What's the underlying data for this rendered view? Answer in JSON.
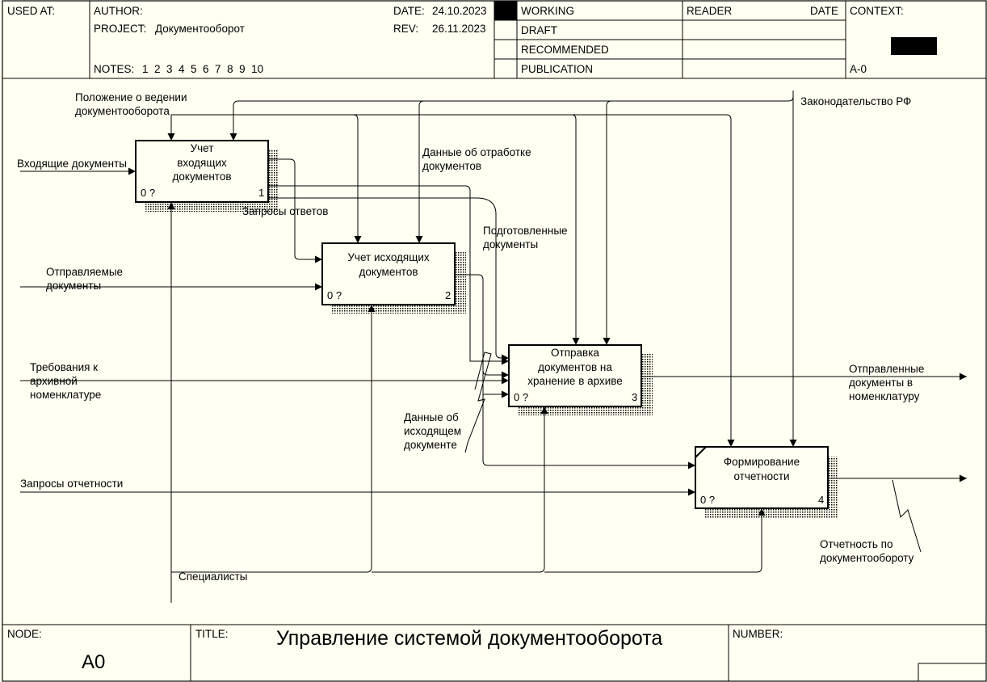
{
  "header": {
    "used_at_label": "USED AT:",
    "author_label": "AUTHOR:",
    "project_label": "PROJECT:",
    "project_value": "Документооборот",
    "notes_label": "NOTES:",
    "notes_numbers": "1  2  3  4  5  6  7  8  9  10",
    "date_label": "DATE:",
    "date_value": "24.10.2023",
    "rev_label": "REV:",
    "rev_value": "26.11.2023",
    "status": [
      "WORKING",
      "DRAFT",
      "RECOMMENDED",
      "PUBLICATION"
    ],
    "reader_label": "READER",
    "reader_date_label": "DATE",
    "context_label": "CONTEXT:",
    "context_node": "A-0"
  },
  "boxes": [
    {
      "name": "Учет\nвходящих\nдокументов",
      "cost": "0 ?",
      "number": "1"
    },
    {
      "name": "Учет исходящих\nдокументов",
      "cost": "0 ?",
      "number": "2"
    },
    {
      "name": "Отправка\nдокументов на\nхранение в архиве",
      "cost": "0 ?",
      "number": "3"
    },
    {
      "name": "Формирование\nотчетности",
      "cost": "0 ?",
      "number": "4"
    }
  ],
  "arrow_labels": {
    "regulation": "Положение о ведении\nдокументооборота",
    "legislation": "Законодательство РФ",
    "incoming_docs": "Входящие документы",
    "outgoing_docs": "Отправляемые\nдокументы",
    "archive_requirements": "Требования к\nархивной\nноменклатуре",
    "report_requests": "Запросы отчетности",
    "processing_data": "Данные об отработке\nдокументов",
    "prepared_docs": "Подготовленные\nдокументы",
    "answer_requests": "Запросы ответов",
    "outgoing_data": "Данные об\nисходящем\nдокументе",
    "sent_docs": "Отправленные\nдокументы в\nноменклатуру",
    "workflow_report": "Отчетность по\nдокументообороту",
    "specialists": "Специалисты"
  },
  "footer": {
    "node_label": "NODE:",
    "node_value": "A0",
    "title_label": "TITLE:",
    "title_value": "Управление системой документооборота",
    "number_label": "NUMBER:"
  }
}
